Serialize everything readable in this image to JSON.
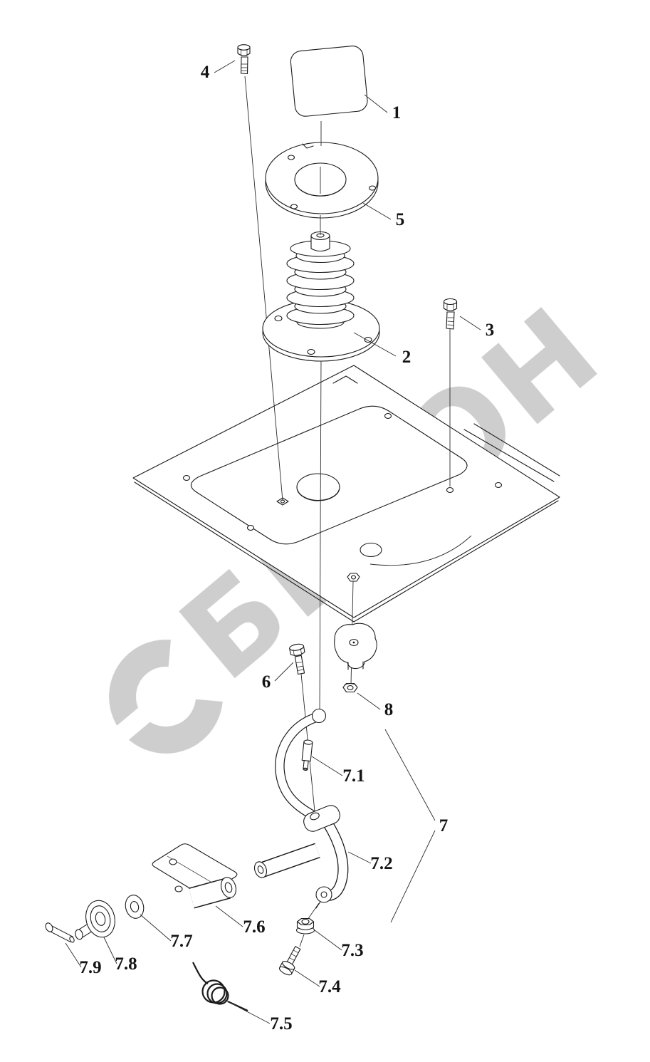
{
  "watermark": {
    "text": "БИЗОН",
    "color": "#cccccc"
  },
  "drawing": {
    "line_color": "#1b1b1b",
    "background": "#ffffff"
  },
  "callouts": {
    "n1": "1",
    "n2": "2",
    "n3": "3",
    "n4": "4",
    "n5": "5",
    "n6": "6",
    "n7": "7",
    "n8": "8",
    "n7_1": "7.1",
    "n7_2": "7.2",
    "n7_3": "7.3",
    "n7_4": "7.4",
    "n7_5": "7.5",
    "n7_6": "7.6",
    "n7_7": "7.7",
    "n7_8": "7.8",
    "n7_9": "7.9"
  }
}
